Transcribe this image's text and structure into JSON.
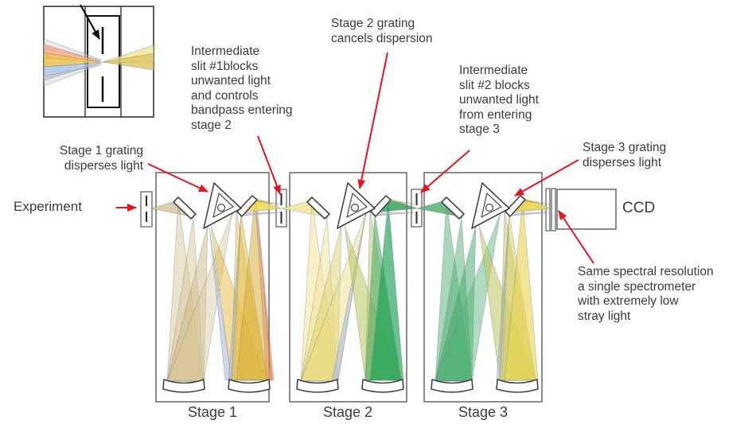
{
  "annotations": {
    "stage1_grating": "Stage 1 grating\ndisperses light",
    "experiment": "Experiment",
    "intermediate_slit1": "Intermediate\nslit #1blocks\nunwanted light\nand controls\nbandpass entering\nstage 2",
    "stage2_grating": "Stage 2 grating\ncancels dispersion",
    "intermediate_slit2": "Intermediate\nslit #2 blocks\nunwanted light\nfrom entering\nstage 3",
    "stage3_grating": "Stage 3 grating\ndisperses light",
    "ccd": "CCD",
    "spectral_resolution": "Same spectral resolution\na single spectrometer\nwith extremely low\nstray light"
  },
  "stage_labels": [
    "Stage 1",
    "Stage 2",
    "Stage 3"
  ],
  "colors": {
    "annotation_arrow_red": "#e8131d",
    "text": "#3b3b3b",
    "box_stroke": "#6f6f6f",
    "beam_tan": "#d8c79c",
    "beam_gold": "#e3c150",
    "beam_yellow_exit": "#ecd84e",
    "beam_pale_yellow": "#f2e69a",
    "beam_khaki": "#ddd06e",
    "beam_olive": "#b9c75e",
    "beam_green_mid": "#4bae6d",
    "beam_green_dark": "#1aa053",
    "fringe_blue": "#a9bedf",
    "fringe_orange": "#f0a050",
    "fringe_red": "#ec6f45",
    "inset_salmon": "#f2a88c",
    "inset_blue": "#a8c0e4"
  }
}
